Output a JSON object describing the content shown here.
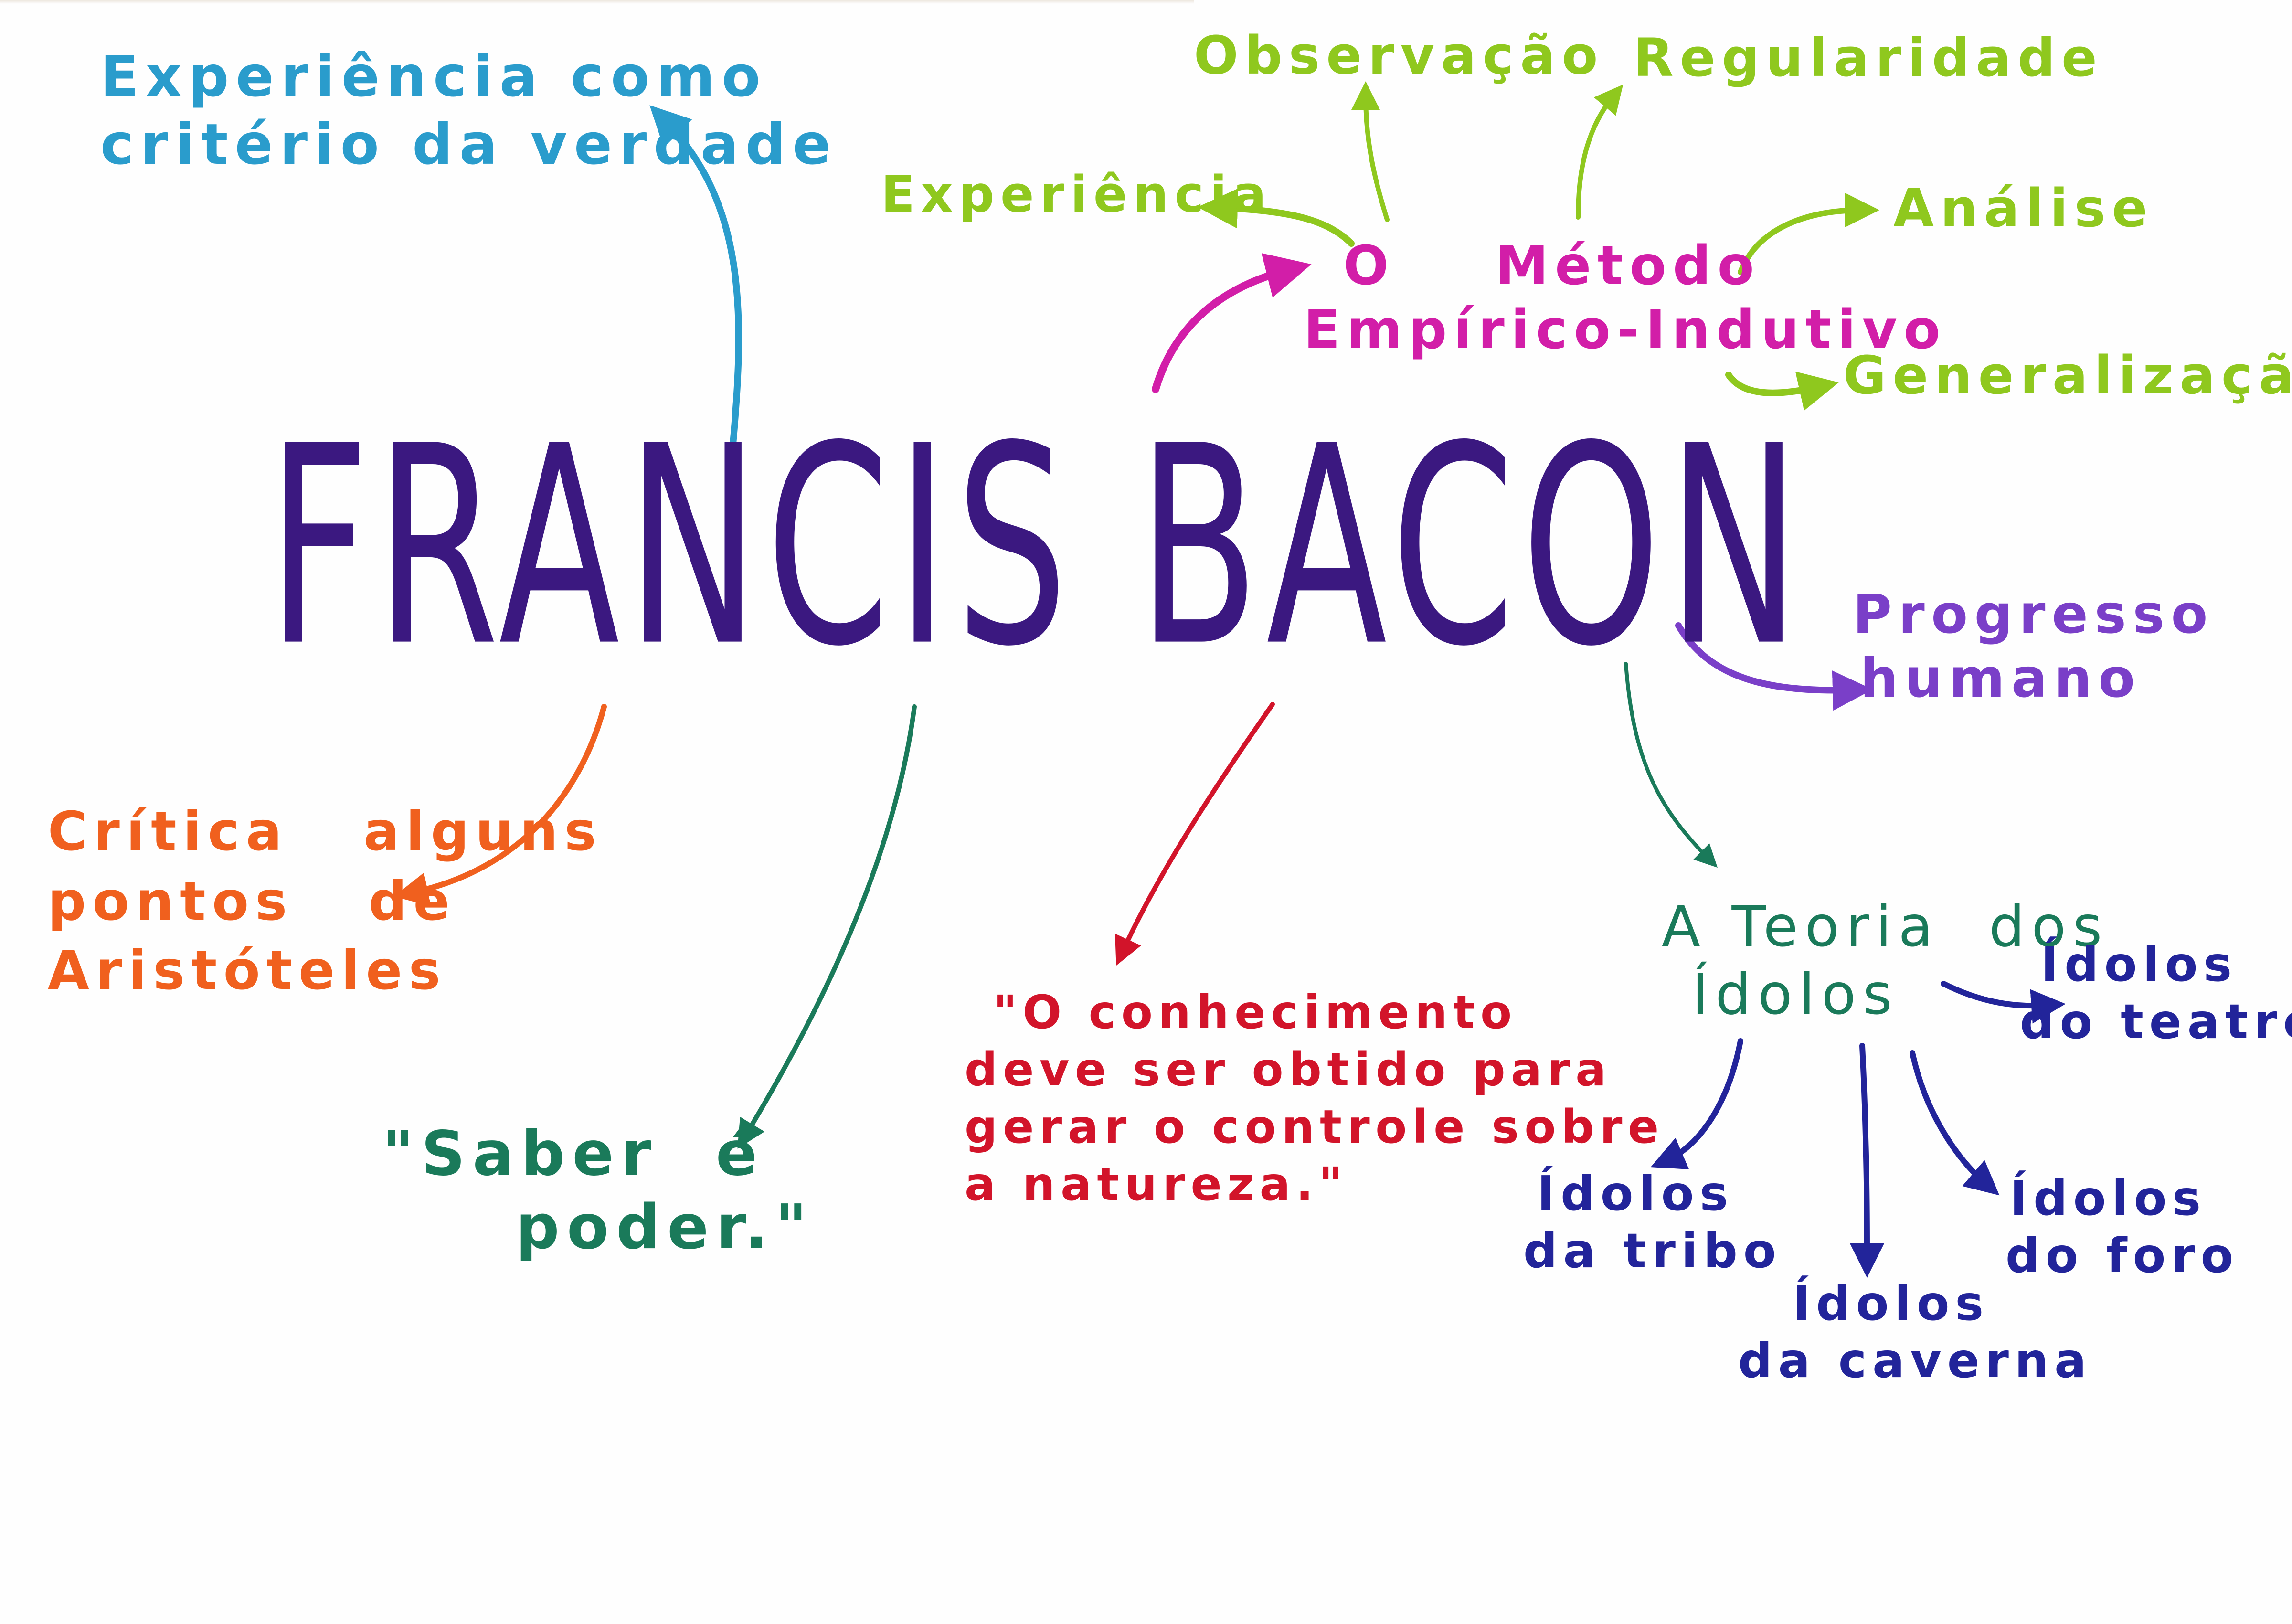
{
  "title": {
    "text": "FRANCIS BACON",
    "color": "#3b1880"
  },
  "colors": {
    "blue": "#2a9ccc",
    "magenta": "#d21ea8",
    "lime": "#8fc81e",
    "purple": "#7a3fc8",
    "orange": "#f0601e",
    "teal": "#1a7a5a",
    "red": "#d2142a",
    "navy": "#22249a"
  },
  "nodes": {
    "experiencia_criterio": {
      "lines": [
        "Experiência como",
        "critério da verdade"
      ]
    },
    "metodo": {
      "lines": [
        "O    Método",
        "Empírico-Indutivo"
      ]
    },
    "metodo_children": {
      "observacao": "Observação",
      "regularidade": "Regularidade",
      "experiencia": "Experiência",
      "analise": "Análise",
      "generalizacao": "Generalização"
    },
    "progresso": {
      "lines": [
        "Progresso",
        "humano"
      ]
    },
    "critica": {
      "lines": [
        "Crítica   alguns",
        "pontos   de",
        "Aristóteles"
      ]
    },
    "saber": {
      "lines": [
        "\"Saber  é",
        "poder.\""
      ]
    },
    "conhecimento": {
      "lines": [
        "\"O conhecimento",
        "deve ser obtido para",
        "gerar o controle sobre",
        "a natureza.\""
      ]
    },
    "teoria": {
      "lines": [
        "A Teoria  dos",
        "Ídolos"
      ]
    },
    "idolos": {
      "teatro": {
        "lines": [
          "Ídolos",
          "do teatro"
        ]
      },
      "tribo": {
        "lines": [
          "Ídolos",
          "da tribo"
        ]
      },
      "caverna": {
        "lines": [
          "Ídolos",
          "da caverna"
        ]
      },
      "foro": {
        "lines": [
          "Ídolos",
          "do foro"
        ]
      }
    }
  }
}
